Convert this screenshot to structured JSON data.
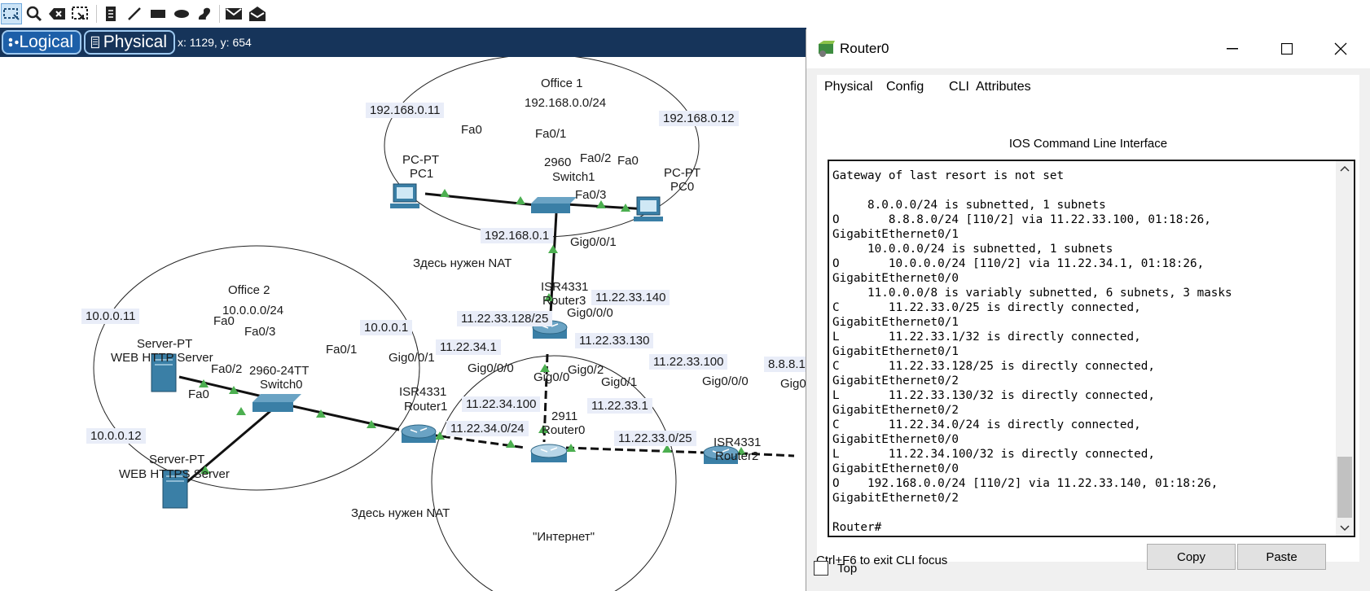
{
  "toolbar": {
    "tools": [
      "select-icon",
      "inspect-icon",
      "delete-icon",
      "resize-icon",
      "note-icon",
      "line-icon",
      "rectangle-icon",
      "ellipse-icon",
      "freeform-icon",
      "simple-pdu-icon",
      "complex-pdu-icon"
    ]
  },
  "modes": {
    "logical": "Logical",
    "physical": "Physical"
  },
  "coords": "x: 1129, y: 654",
  "topology": {
    "office1_title": "Office 1",
    "office1_net": "192.168.0.0/24",
    "office2_title": "Office 2",
    "office2_net": "10.0.0.0/24",
    "internet_title": "\"Интернет\"",
    "nat_note1": "Здесь нужен NAT",
    "nat_note2": "Здесь нужен NAT",
    "addresses": {
      "pc1": "192.168.0.11",
      "pc0": "192.168.0.12",
      "r3_lan": "192.168.0.1",
      "server_http": "10.0.0.11",
      "server_https": "10.0.0.12",
      "r1_lan": "10.0.0.1",
      "r1_wan": "11.22.34.1",
      "r0_to_r1": "11.22.34.100",
      "net_r0_r1": "11.22.34.0/24",
      "net_r0_r3": "11.22.33.128/25",
      "r3_wan": "11.22.33.140",
      "r0_to_r3": "11.22.33.130",
      "r2_wan": "11.22.33.100",
      "r0_to_r2": "11.22.33.1",
      "net_r0_r2": "11.22.33.0/25",
      "far_net": "8.8.8.1"
    },
    "ports": {
      "pc1_fa0": "Fa0",
      "sw1_fa01": "Fa0/1",
      "sw1_fa02": "Fa0/2",
      "pc0_fa0": "Fa0",
      "sw1_fa03": "Fa0/3",
      "r3_gig001": "Gig0/0/1",
      "r3_gig000": "Gig0/0/0",
      "srv1_fa0": "Fa0",
      "sw0_fa03": "Fa0/3",
      "sw0_fa01": "Fa0/1",
      "sw0_fa02": "Fa0/2",
      "srv2_fa0": "Fa0",
      "r1_gig001": "Gig0/0/1",
      "r1_gig000": "Gig0/0/0",
      "r0_gig00": "Gig0/0",
      "r0_gig02": "Gig0/2",
      "r0_gig01": "Gig0/1",
      "r2_gig000": "Gig0/0/0",
      "r2_gig0": "Gig0"
    },
    "devices": {
      "pc1_type": "PC-PT",
      "pc1_name": "PC1",
      "pc0_type": "PC-PT",
      "pc0_name": "PC0",
      "sw1_type": "2960",
      "sw1_name": "Switch1",
      "r3_type": "ISR4331",
      "r3_name": "Router3",
      "srv1_type": "Server-PT",
      "srv1_name": "WEB HTTP Server",
      "srv2_type": "Server-PT",
      "srv2_name": "WEB HTTPS Server",
      "sw0_type": "2960-24TT",
      "sw0_name": "Switch0",
      "r1_type": "ISR4331",
      "r1_name": "Router1",
      "r0_type": "2911",
      "r0_name": "Router0",
      "r2_type": "ISR4331",
      "r2_name": "Router2"
    }
  },
  "window": {
    "title": "Router0",
    "tabs": [
      "Physical",
      "Config",
      "CLI",
      "Attributes"
    ],
    "active_tab": "CLI",
    "cli_caption": "IOS Command Line Interface",
    "cli_lines": [
      "Gateway of last resort is not set",
      "",
      "     8.0.0.0/24 is subnetted, 1 subnets",
      "O       8.8.8.0/24 [110/2] via 11.22.33.100, 01:18:26,",
      "GigabitEthernet0/1",
      "     10.0.0.0/24 is subnetted, 1 subnets",
      "O       10.0.0.0/24 [110/2] via 11.22.34.1, 01:18:26,",
      "GigabitEthernet0/0",
      "     11.0.0.0/8 is variably subnetted, 6 subnets, 3 masks",
      "C       11.22.33.0/25 is directly connected,",
      "GigabitEthernet0/1",
      "L       11.22.33.1/32 is directly connected,",
      "GigabitEthernet0/1",
      "C       11.22.33.128/25 is directly connected,",
      "GigabitEthernet0/2",
      "L       11.22.33.130/32 is directly connected,",
      "GigabitEthernet0/2",
      "C       11.22.34.0/24 is directly connected,",
      "GigabitEthernet0/0",
      "L       11.22.34.100/32 is directly connected,",
      "GigabitEthernet0/0",
      "O    192.168.0.0/24 [110/2] via 11.22.33.140, 01:18:26,",
      "GigabitEthernet0/2",
      "",
      "Router#"
    ],
    "hint": "Ctrl+F6 to exit CLI focus",
    "copy_label": "Copy",
    "paste_label": "Paste",
    "top_label": "Top"
  },
  "colors": {
    "modebar": "#16345a",
    "link_up": "#4caf50",
    "device_blue": "#3a7fa6",
    "active_tab_underline": "#1f3c66"
  }
}
